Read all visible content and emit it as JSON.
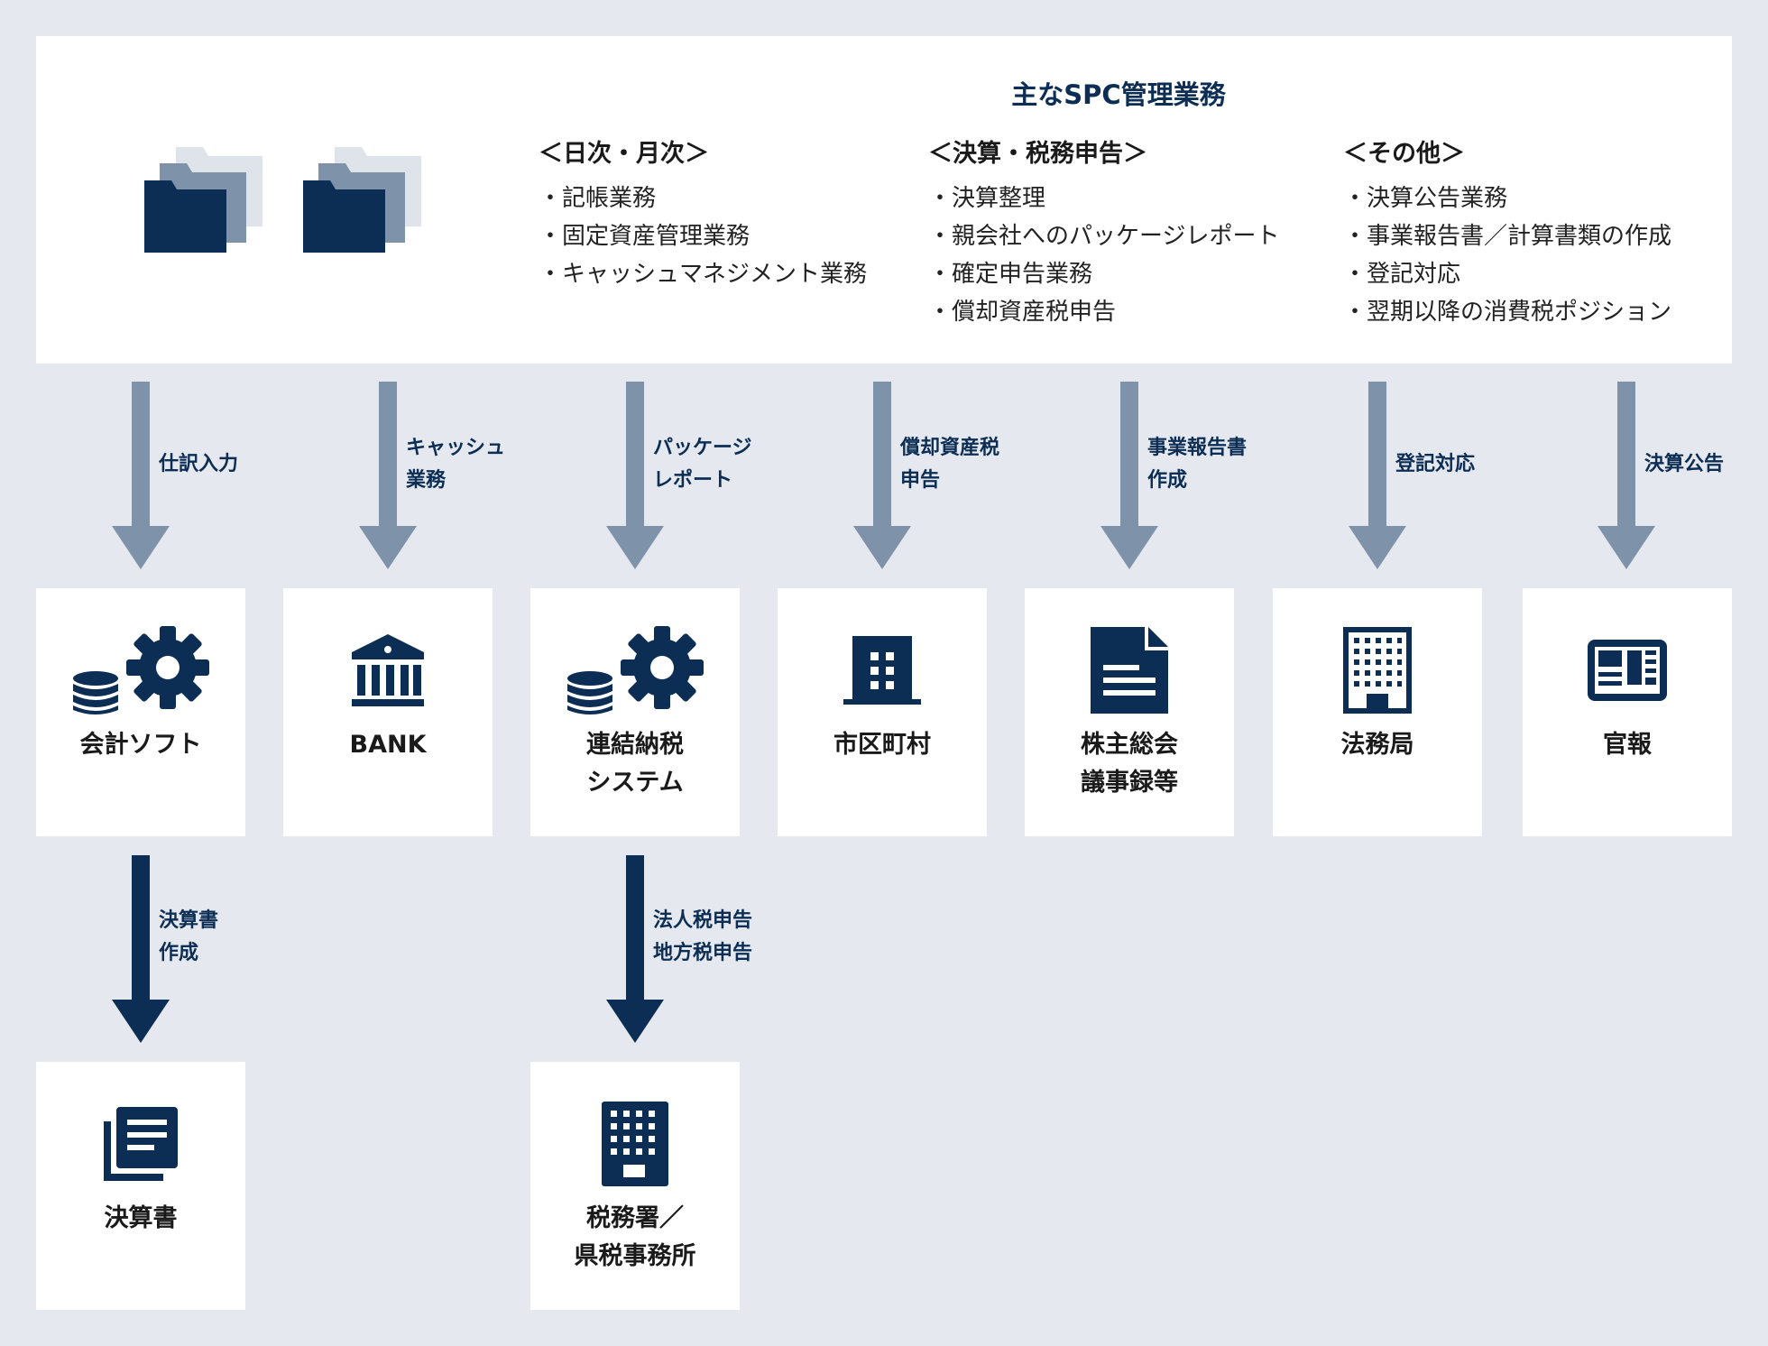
{
  "title": "主なSPC管理業務",
  "columns": [
    {
      "head": "＜日次・月次＞",
      "items": [
        "・記帳業務",
        "・固定資産管理業務",
        "・キャッシュマネジメント業務"
      ]
    },
    {
      "head": "＜決算・税務申告＞",
      "items": [
        "・決算整理",
        "・親会社へのパッケージレポート",
        "・確定申告業務",
        "・償却資産税申告"
      ]
    },
    {
      "head": "＜その他＞",
      "items": [
        "・決算公告業務",
        "・事業報告書／計算書類の作成",
        "・登記対応",
        "・翌期以降の消費税ポジション"
      ]
    }
  ],
  "flows": [
    {
      "label": "仕訳入力",
      "target": "会計ソフト",
      "icon": "database-gear-icon"
    },
    {
      "label": "キャッシュ\n業務",
      "target": "BANK",
      "icon": "bank-icon"
    },
    {
      "label": "パッケージ\nレポート",
      "target": "連結納税\nシステム",
      "icon": "database-gear-icon"
    },
    {
      "label": "償却資産税\n申告",
      "target": "市区町村",
      "icon": "building-icon"
    },
    {
      "label": "事業報告書\n作成",
      "target": "株主総会\n議事録等",
      "icon": "document-icon"
    },
    {
      "label": "登記対応",
      "target": "法務局",
      "icon": "office-building-icon"
    },
    {
      "label": "決算公告",
      "target": "官報",
      "icon": "newspaper-icon"
    }
  ],
  "second_flows": [
    {
      "label": "決算書\n作成",
      "target": "決算書",
      "icon": "documents-icon"
    },
    {
      "label": "法人税申告\n地方税申告",
      "target": "税務署／\n県税事務所",
      "icon": "tall-building-icon"
    }
  ],
  "colors": {
    "navy": "#0c2d54",
    "arrow_grey": "#7e93a9",
    "background": "#e5e8ee"
  }
}
